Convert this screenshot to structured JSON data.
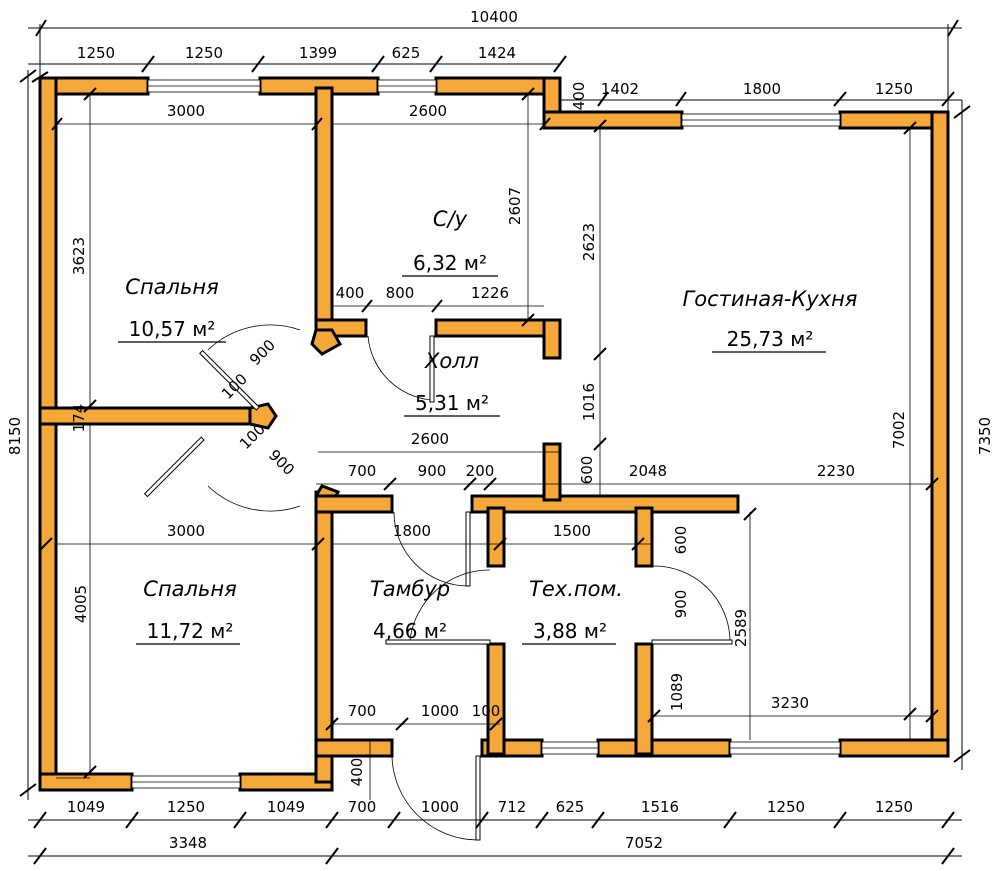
{
  "plan": {
    "rooms": [
      {
        "name": "Спальня",
        "area": "10,57 м²"
      },
      {
        "name": "С/у",
        "area": "6,32 м²"
      },
      {
        "name": "Гостиная-Кухня",
        "area": "25,73 м²"
      },
      {
        "name": "Холл",
        "area": "5,31 м²"
      },
      {
        "name": "Спальня",
        "area": "11,72 м²"
      },
      {
        "name": "Тамбур",
        "area": "4,66 м²"
      },
      {
        "name": "Тех.пом.",
        "area": "3,88 м²"
      }
    ],
    "dims": {
      "top_total": "10400",
      "top_1250_a": "1250",
      "top_1250_b": "1250",
      "top_1399": "1399",
      "top_625": "625",
      "top_1424": "1424",
      "top_400": "400",
      "top_1402": "1402",
      "top_1800": "1800",
      "top_1250_c": "1250",
      "bottom_1049_a": "1049",
      "bottom_1250_a": "1250",
      "bottom_1049_b": "1049",
      "bottom_700": "700",
      "bottom_1000": "1000",
      "bottom_712": "712",
      "bottom_625": "625",
      "bottom_1516": "1516",
      "bottom_1250_b": "1250",
      "bottom_1250_c": "1250",
      "bottom_3348": "3348",
      "bottom_7052": "7052",
      "left_8150": "8150",
      "right_7350": "7350",
      "in_3000_top": "3000",
      "in_2600_top": "2600",
      "in_3623": "3623",
      "in_2607": "2607",
      "in_2623": "2623",
      "in_400_hall": "400",
      "in_800": "800",
      "in_1226": "1226",
      "in_900_a": "900",
      "in_100_a": "100",
      "in_174": "174",
      "in_100_b": "100",
      "in_900_b": "900",
      "in_1016": "1016",
      "in_2600_mid": "2600",
      "in_700_a": "700",
      "in_900_c": "900",
      "in_200": "200",
      "in_600_a": "600",
      "in_2048": "2048",
      "in_2230": "2230",
      "in_7002": "7002",
      "in_3000_mid": "3000",
      "in_1800_mid": "1800",
      "in_1500": "1500",
      "in_600_b": "600",
      "in_4005": "4005",
      "in_900_d": "900",
      "in_2589": "2589",
      "in_1089": "1089",
      "in_3230": "3230",
      "in_700_b": "700",
      "in_1000_b": "1000",
      "in_100_c": "100",
      "in_400_bottom": "400"
    },
    "colors": {
      "wall": "#f4a83a",
      "line": "#000000",
      "background": "#ffffff"
    }
  }
}
